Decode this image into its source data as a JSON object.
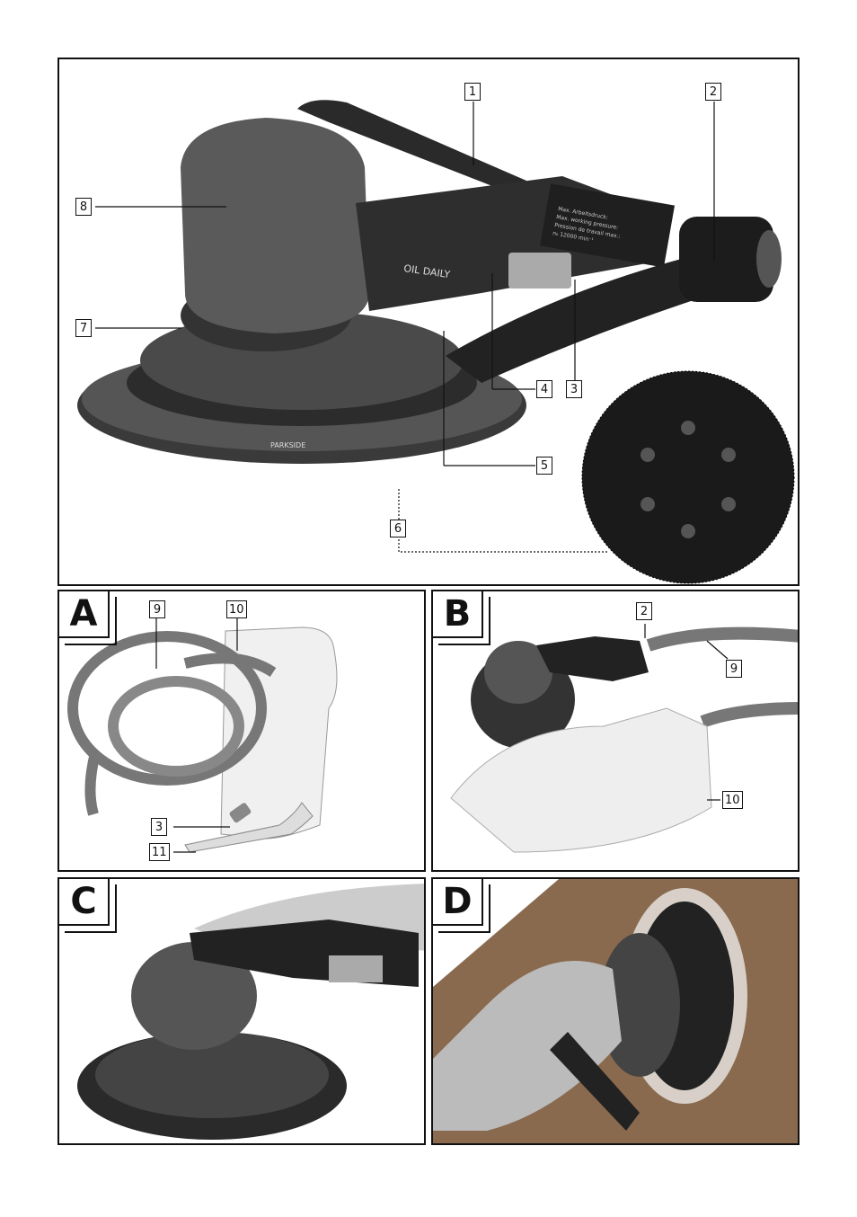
{
  "main_figure": {
    "callouts": [
      "1",
      "2",
      "3",
      "4",
      "5",
      "6",
      "7",
      "8"
    ],
    "label_plate_text": [
      "Max. Arbeitsdruck:",
      "Max. working pressure:",
      "Pression de travail max.:",
      "n₀ 12000 min⁻¹"
    ],
    "brand_text": "PARKSIDE",
    "housing_text": "OIL DAILY"
  },
  "panel_a": {
    "letter": "A",
    "callouts": [
      "9",
      "10",
      "3",
      "11"
    ]
  },
  "panel_b": {
    "letter": "B",
    "callouts": [
      "2",
      "9",
      "10"
    ]
  },
  "panel_c": {
    "letter": "C"
  },
  "panel_d": {
    "letter": "D"
  }
}
